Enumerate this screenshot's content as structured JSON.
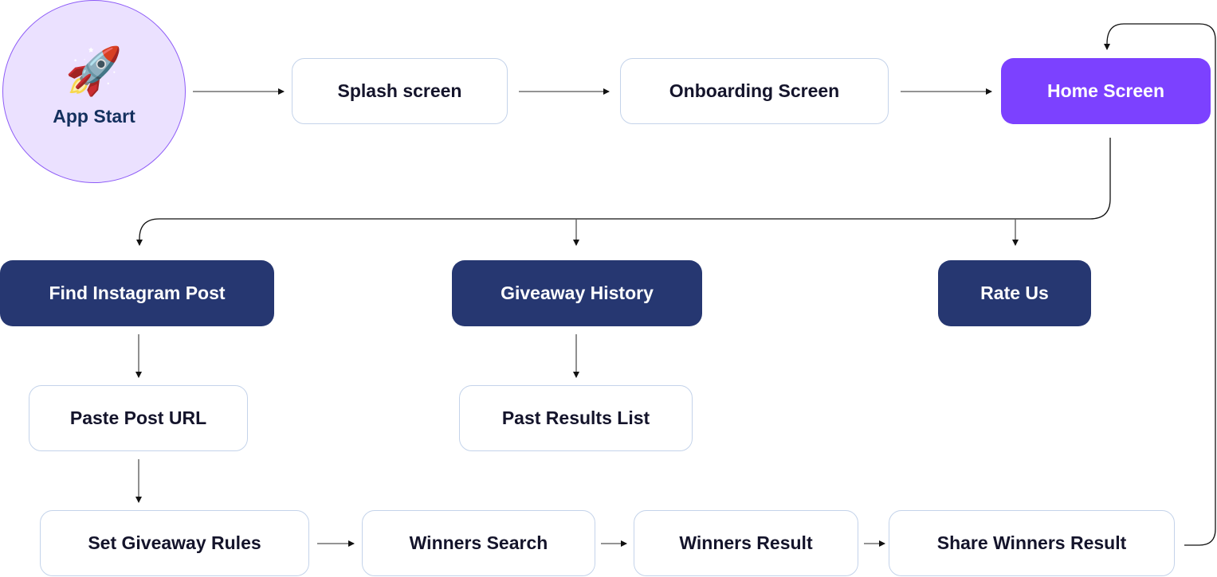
{
  "start": {
    "icon": "rocket-icon",
    "glyph": "🚀",
    "label": "App Start"
  },
  "nodes": {
    "splash": "Splash screen",
    "onboarding": "Onboarding Screen",
    "home": "Home Screen",
    "find_post": "Find Instagram Post",
    "history": "Giveaway History",
    "rate": "Rate Us",
    "paste_url": "Paste Post URL",
    "past_results": "Past Results List",
    "rules": "Set Giveaway Rules",
    "search": "Winners Search",
    "result": "Winners Result",
    "share": "Share Winners Result"
  },
  "colors": {
    "primary": "#7c41ff",
    "dark": "#263771",
    "start_fill": "#ebe1ff"
  }
}
